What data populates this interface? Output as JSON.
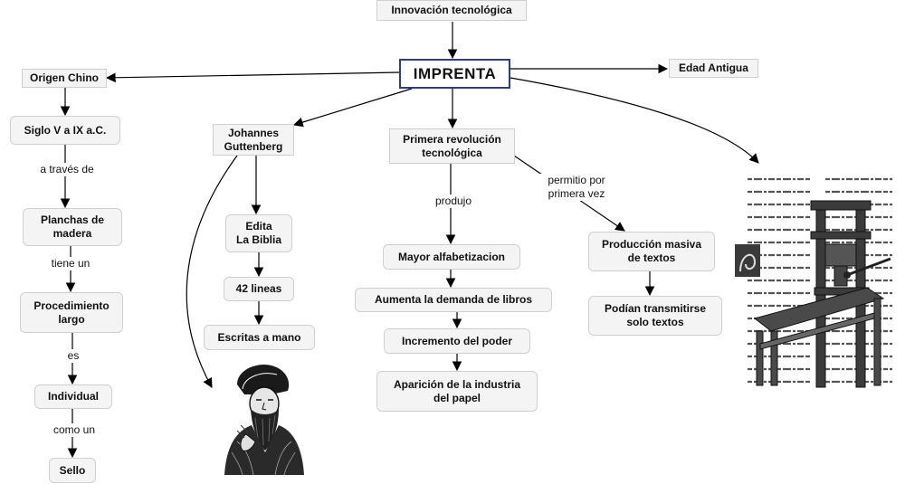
{
  "nodes": {
    "innovacion": "Innovación tecnológica",
    "imprenta": "IMPRENTA",
    "edad_antigua": "Edad Antigua",
    "origen_chino": "Origen Chino",
    "siglo": "Siglo V a IX a.C.",
    "planchas": "Planchas de\nmadera",
    "procedimiento": "Procedimiento\nlargo",
    "individual": "Individual",
    "sello": "Sello",
    "guttenberg": "Johannes\nGuttenberg",
    "edita": "Edita\nLa Biblia",
    "lineas": "42 lineas",
    "escritas": "Escritas a mano",
    "primera_rev": "Primera revolución\ntecnológica",
    "alfabetizacion": "Mayor alfabetizacion",
    "demanda": "Aumenta la demanda de libros",
    "incremento": "Incremento del poder",
    "aparicion": "Aparición de la industria\ndel papel",
    "produccion": "Producción masiva\nde textos",
    "transmitir": "Podían transmitirse\nsolo textos"
  },
  "links": {
    "a_traves": "a través de",
    "tiene_un": "tiene un",
    "es": "es",
    "como_un": "como un",
    "produjo": "produjo",
    "permitio": "permitio por\nprimera vez"
  },
  "images": {
    "portrait": "gutenberg-portrait",
    "press": "printing-press-illustration"
  },
  "colors": {
    "main_border": "#2e3a8c",
    "node_fill": "#f4f4f4",
    "node_border": "#cfcfcf"
  }
}
